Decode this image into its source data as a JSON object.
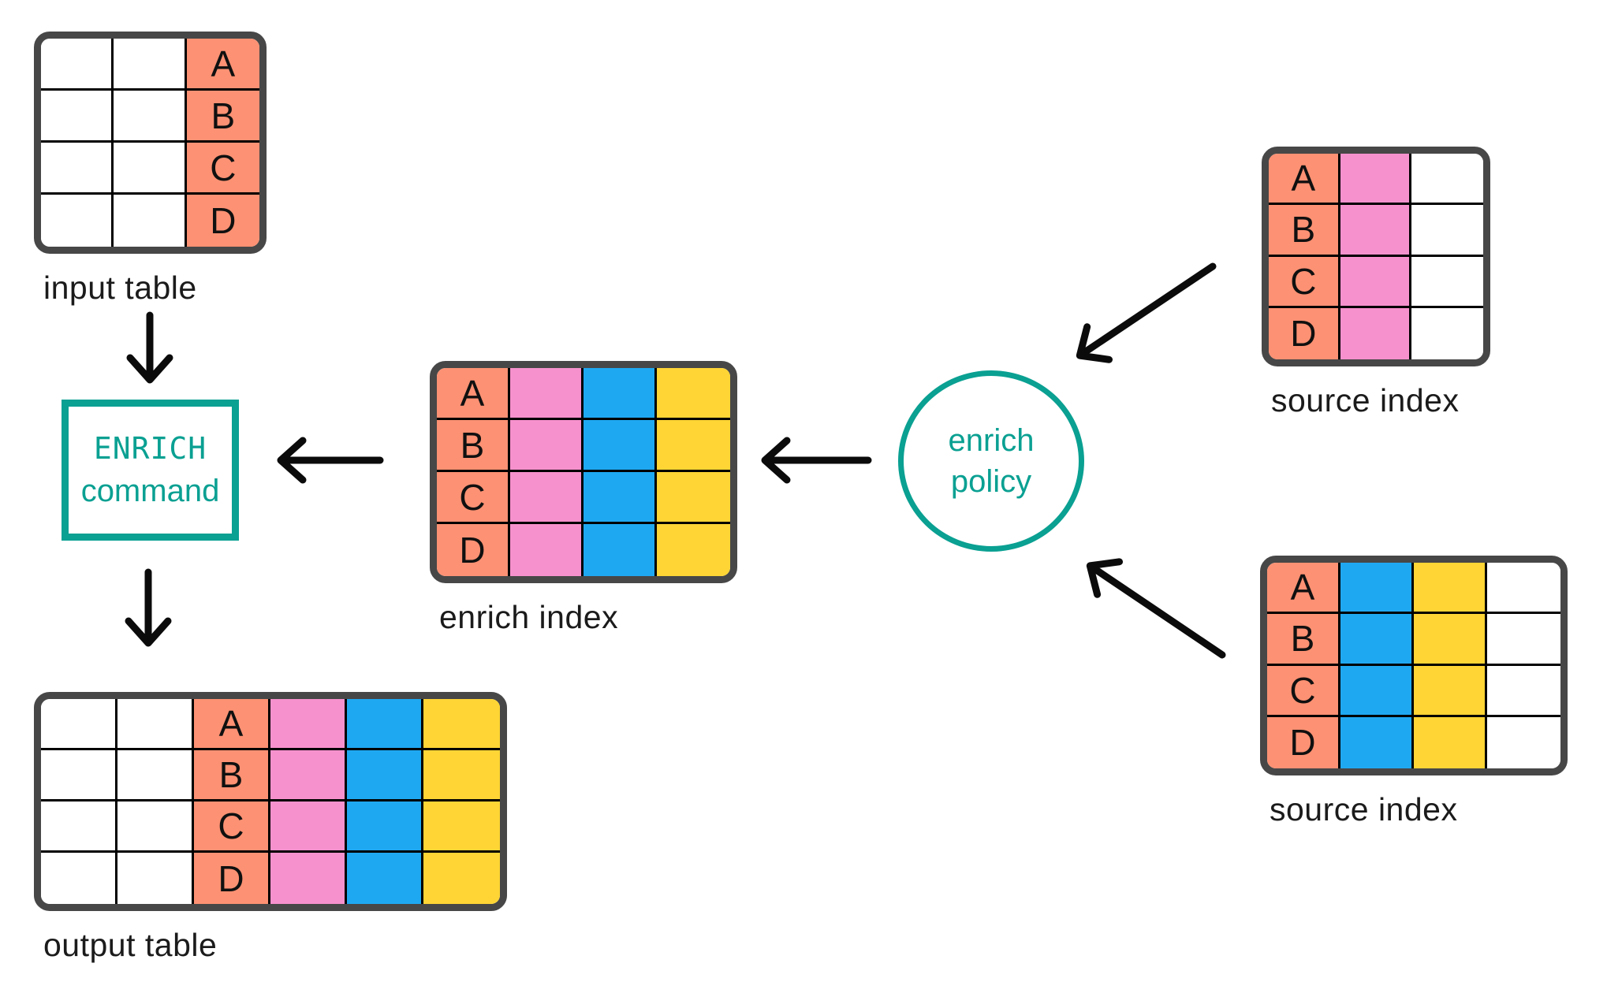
{
  "colors": {
    "salmon": "#FC9173",
    "pink": "#F791CD",
    "blue": "#1FA8F2",
    "yellow": "#FFD535",
    "white": "#FFFFFF",
    "teal": "#0AA092",
    "table_border": "#474747",
    "grid_line": "#000000",
    "arrow": "#0B0B0B",
    "text": "#1B1B1B"
  },
  "tables": [
    {
      "id": "input-table",
      "label": "input table",
      "rows": 4,
      "letters": [
        "A",
        "B",
        "C",
        "D"
      ],
      "letter_col": 2,
      "columns": [
        "white",
        "white",
        "salmon"
      ]
    },
    {
      "id": "output-table",
      "label": "output table",
      "rows": 4,
      "letters": [
        "A",
        "B",
        "C",
        "D"
      ],
      "letter_col": 2,
      "columns": [
        "white",
        "white",
        "salmon",
        "pink",
        "blue",
        "yellow"
      ]
    },
    {
      "id": "enrich-index",
      "label": "enrich index",
      "rows": 4,
      "letters": [
        "A",
        "B",
        "C",
        "D"
      ],
      "letter_col": 0,
      "columns": [
        "salmon",
        "pink",
        "blue",
        "yellow"
      ]
    },
    {
      "id": "source-index-top",
      "label": "source index",
      "rows": 4,
      "letters": [
        "A",
        "B",
        "C",
        "D"
      ],
      "letter_col": 0,
      "columns": [
        "salmon",
        "pink",
        "white"
      ]
    },
    {
      "id": "source-index-bottom",
      "label": "source index",
      "rows": 4,
      "letters": [
        "A",
        "B",
        "C",
        "D"
      ],
      "letter_col": 0,
      "columns": [
        "salmon",
        "blue",
        "yellow",
        "white"
      ]
    }
  ],
  "enrich_command": {
    "line1": "ENRICH",
    "line2": "command"
  },
  "enrich_policy": {
    "line1": "enrich",
    "line2": "policy"
  }
}
